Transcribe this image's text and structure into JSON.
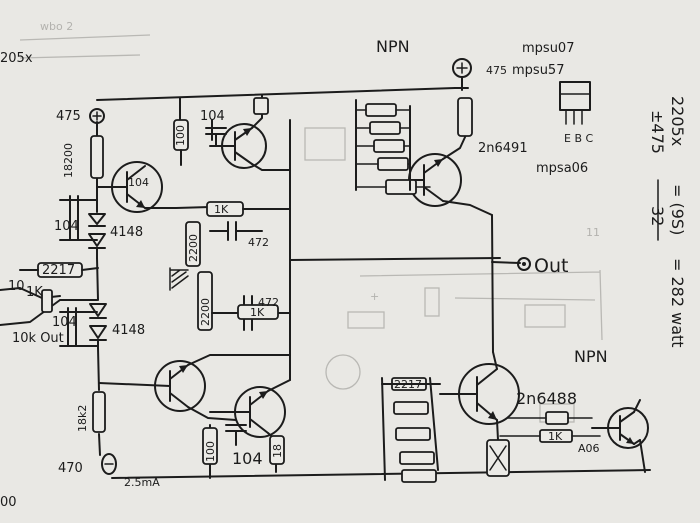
{
  "labels": {
    "npn_top": "NPN",
    "mpsu07": "mpsu07",
    "mpsu57": "mpsu57",
    "v475_right": "475",
    "ebc": "E B C",
    "mpsa06": "mpsa06",
    "n2n6491": "2n6491",
    "out": "Out",
    "npn_bot": "NPN",
    "n2n6488": "2n6488",
    "a06": "A06",
    "v475": "475",
    "r18200": "18200",
    "c104_left": "104",
    "d4148_top": "4148",
    "r2217": "2217",
    "ten": "10",
    "onek": "1K",
    "c104_b": "104",
    "d4148_bot": "4148",
    "tenk_out": "10k Out",
    "r18k2": "18k2",
    "v470": "470",
    "i25ma": "2.5mA",
    "r100": "100",
    "c104_top": "104",
    "q_104": "104",
    "r1k_a": "1K",
    "r472_a": "472",
    "r2200_a": "2200",
    "r472_b": "472",
    "r1k_b": "1K",
    "r2200_b": "2200",
    "c104_bot": "104",
    "r100_bot": "100",
    "r18_bot": "18",
    "r2217_bank": "2217",
    "r1k_bot": "1K",
    "margin_1": "2205x",
    "margin_2": "±475",
    "margin_3": "= (9S)",
    "margin_4": "32",
    "margin_5": "= 282 watt",
    "corner_tl": "205x",
    "corner_bl": "00"
  },
  "colors": {
    "paper": "#e9e8e4",
    "ink": "#1c1c1c",
    "ghost": "#b9b8b4"
  }
}
